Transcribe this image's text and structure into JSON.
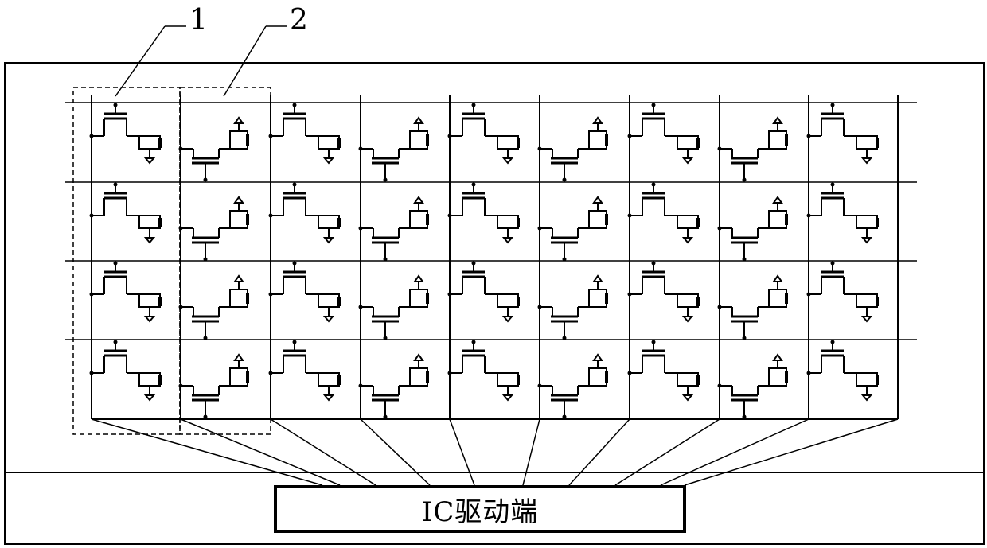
{
  "callouts": [
    {
      "id": "1",
      "label": "1"
    },
    {
      "id": "2",
      "label": "2"
    }
  ],
  "ic_driver": {
    "label": "IC驱动端"
  },
  "array": {
    "rows": 4,
    "columns": 9,
    "pattern": [
      "type-a",
      "type-b",
      "type-a",
      "type-b",
      "type-a",
      "type-b",
      "type-a",
      "type-b",
      "type-a"
    ]
  },
  "colors": {
    "line": "#000000",
    "background": "#ffffff"
  }
}
